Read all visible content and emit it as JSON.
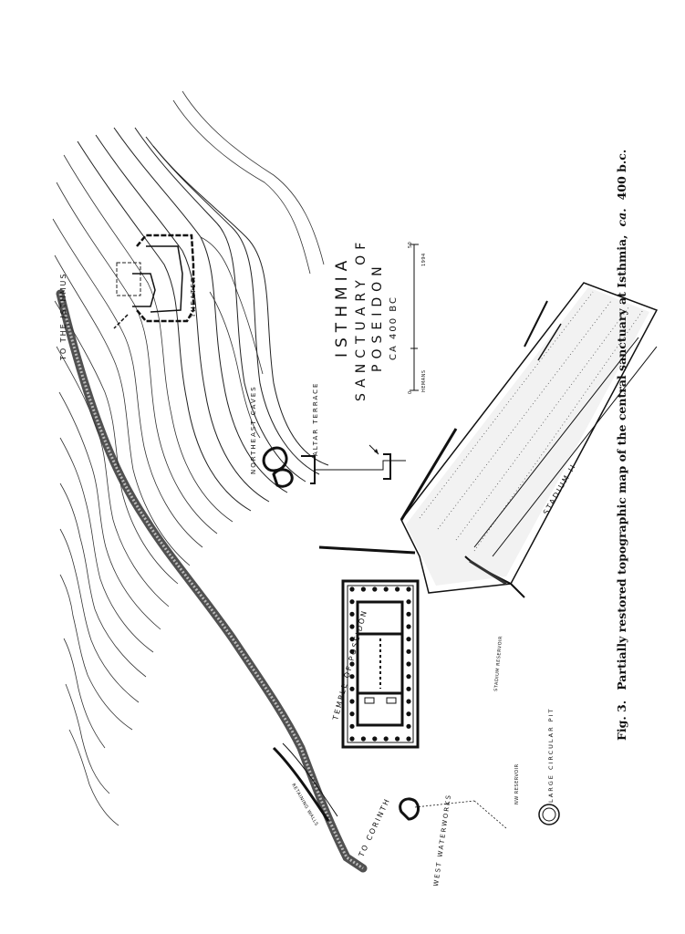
{
  "map": {
    "title": "ISTHMIA",
    "subtitle_1": "SANCTUARY OF",
    "subtitle_2": "POSEIDON",
    "date": "CA 400 BC",
    "credit": "HEMANS",
    "credit_year": "1994",
    "scale_start": "0",
    "scale_end": "50"
  },
  "labels": {
    "to_isthmus": "TO THE ISTHMUS",
    "to_corinth": "TO CORINTH",
    "theater": "THEATER",
    "northeast_caves": "NORTHEAST CAVES",
    "altar_terrace": "ALTAR TERRACE",
    "temple": "TEMPLE OF POSEIDON",
    "stadium": "STADIUM II",
    "west_waterworks": "WEST WATERWORKS",
    "large_pit": "LARGE CIRCULAR PIT",
    "retaining_walls": "RETAINING WALLS",
    "stadium_reservoir": "STADIUM RESERVOIR",
    "nw_reservoir": "NW RESERVOIR"
  },
  "caption": {
    "fig": "Fig. 3.",
    "text_1": "Partially restored topographic map of the central sanctuary at Isthmia,",
    "ca": "ca.",
    "text_2": "400 b.c."
  }
}
